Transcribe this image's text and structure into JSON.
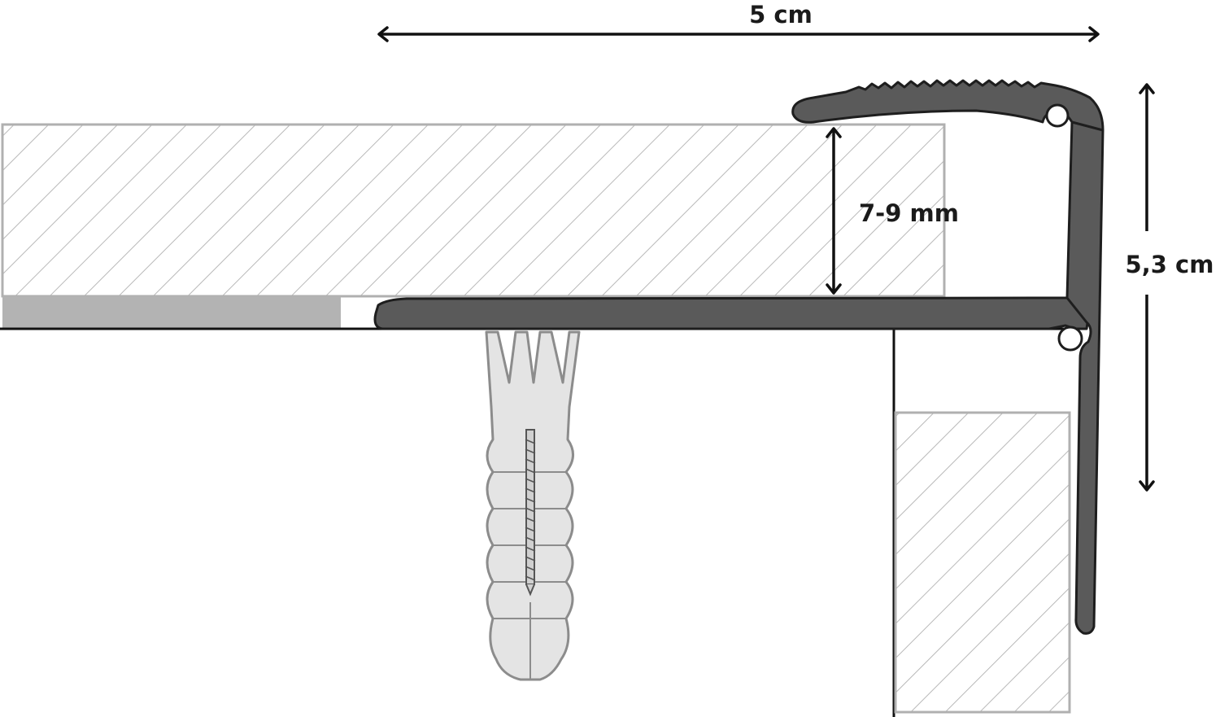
{
  "dimensions": {
    "width_label": "5 cm",
    "thickness_label": "7-9 mm",
    "height_label": "5,3 cm"
  },
  "colors": {
    "profile": "#5a5a5a",
    "profile_outline": "#1e1e1e",
    "hatch": "#b9b9b9",
    "anchor_fill": "#e4e4e4",
    "anchor_outline": "#8c8c8c",
    "grey_strip": "#b3b3b3",
    "arrow": "#111111"
  }
}
